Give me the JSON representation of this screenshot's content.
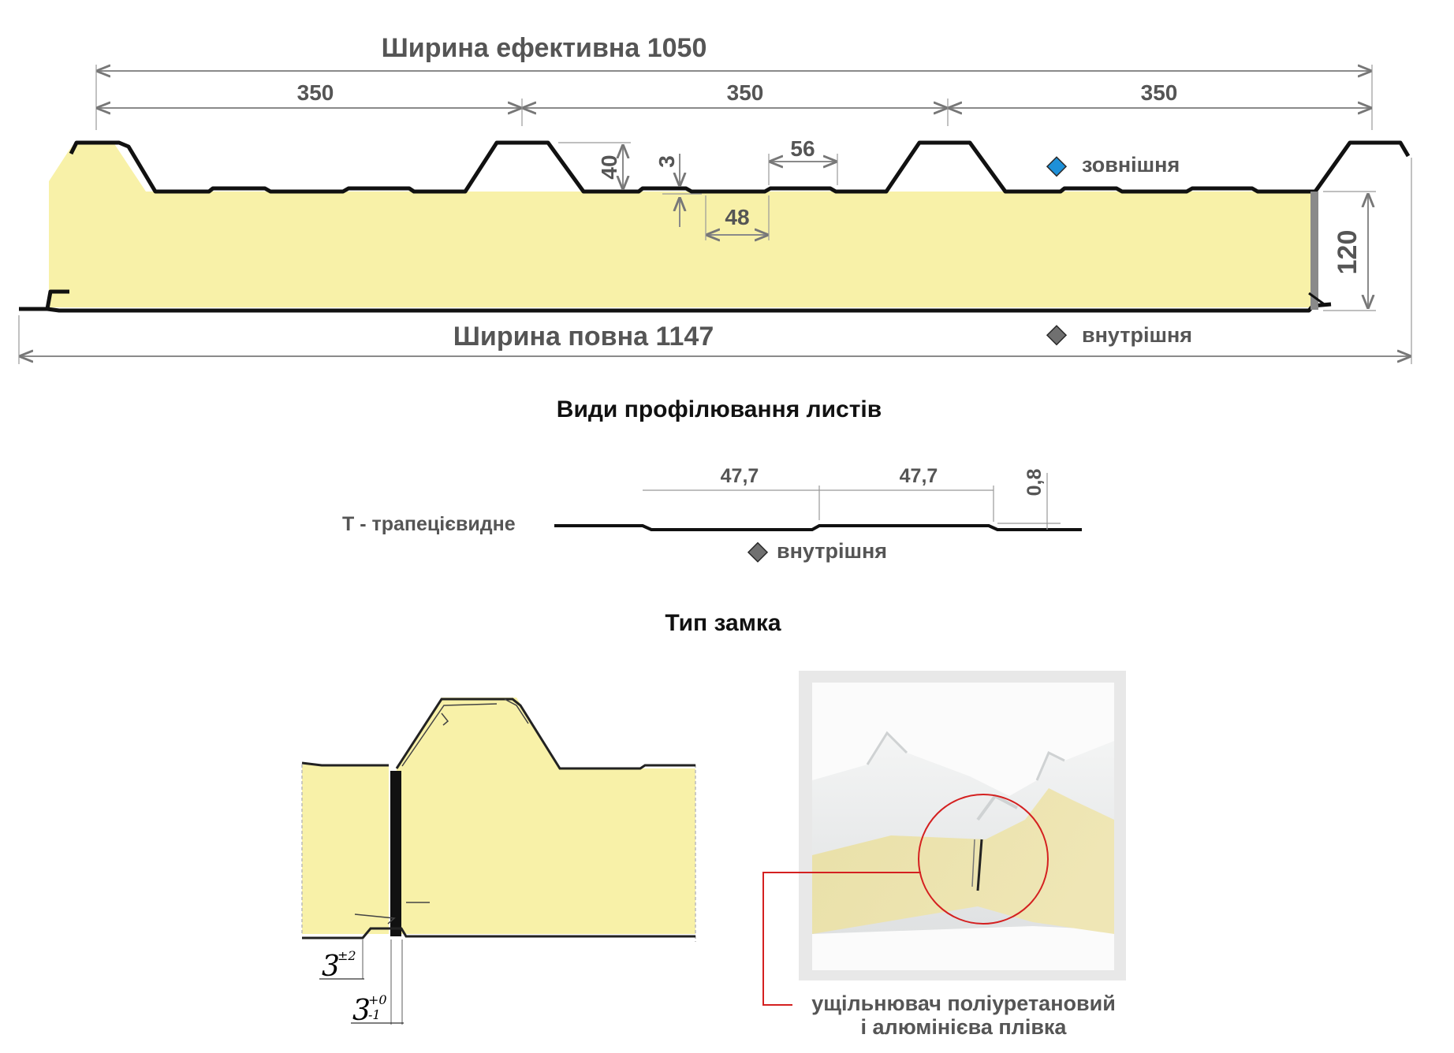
{
  "panel": {
    "effective_width_label": "Ширина ефективна 1050",
    "full_width_label": "Ширина повна 1147",
    "span_labels": [
      "350",
      "350",
      "350"
    ],
    "rib_height_label": "40",
    "minor_rib_height_label": "3",
    "minor_rib_top_label": "56",
    "minor_rib_base_label": "48",
    "thickness_label": "120"
  },
  "legend": {
    "outer_label": "зовнішня",
    "outer_color": "#1e90d8",
    "inner_label": "внутрішня",
    "inner_color": "#707070"
  },
  "profiling": {
    "heading": "Види профілювання листів",
    "type_label": "Т - трапецієвидне",
    "pitch_labels": [
      "47,7",
      "47,7"
    ],
    "depth_label": "0,8",
    "side_label": "внутрішня"
  },
  "lock": {
    "heading": "Тип замка",
    "tol_a_base": "3",
    "tol_a_sup": "±2",
    "tol_b_base": "3",
    "tol_b_sup": "+0",
    "tol_b_sub": "-1",
    "callout_line1": "ущільнювач поліуретановий",
    "callout_line2": "і алюмінієва плівка",
    "callout_color": "#d42020"
  }
}
